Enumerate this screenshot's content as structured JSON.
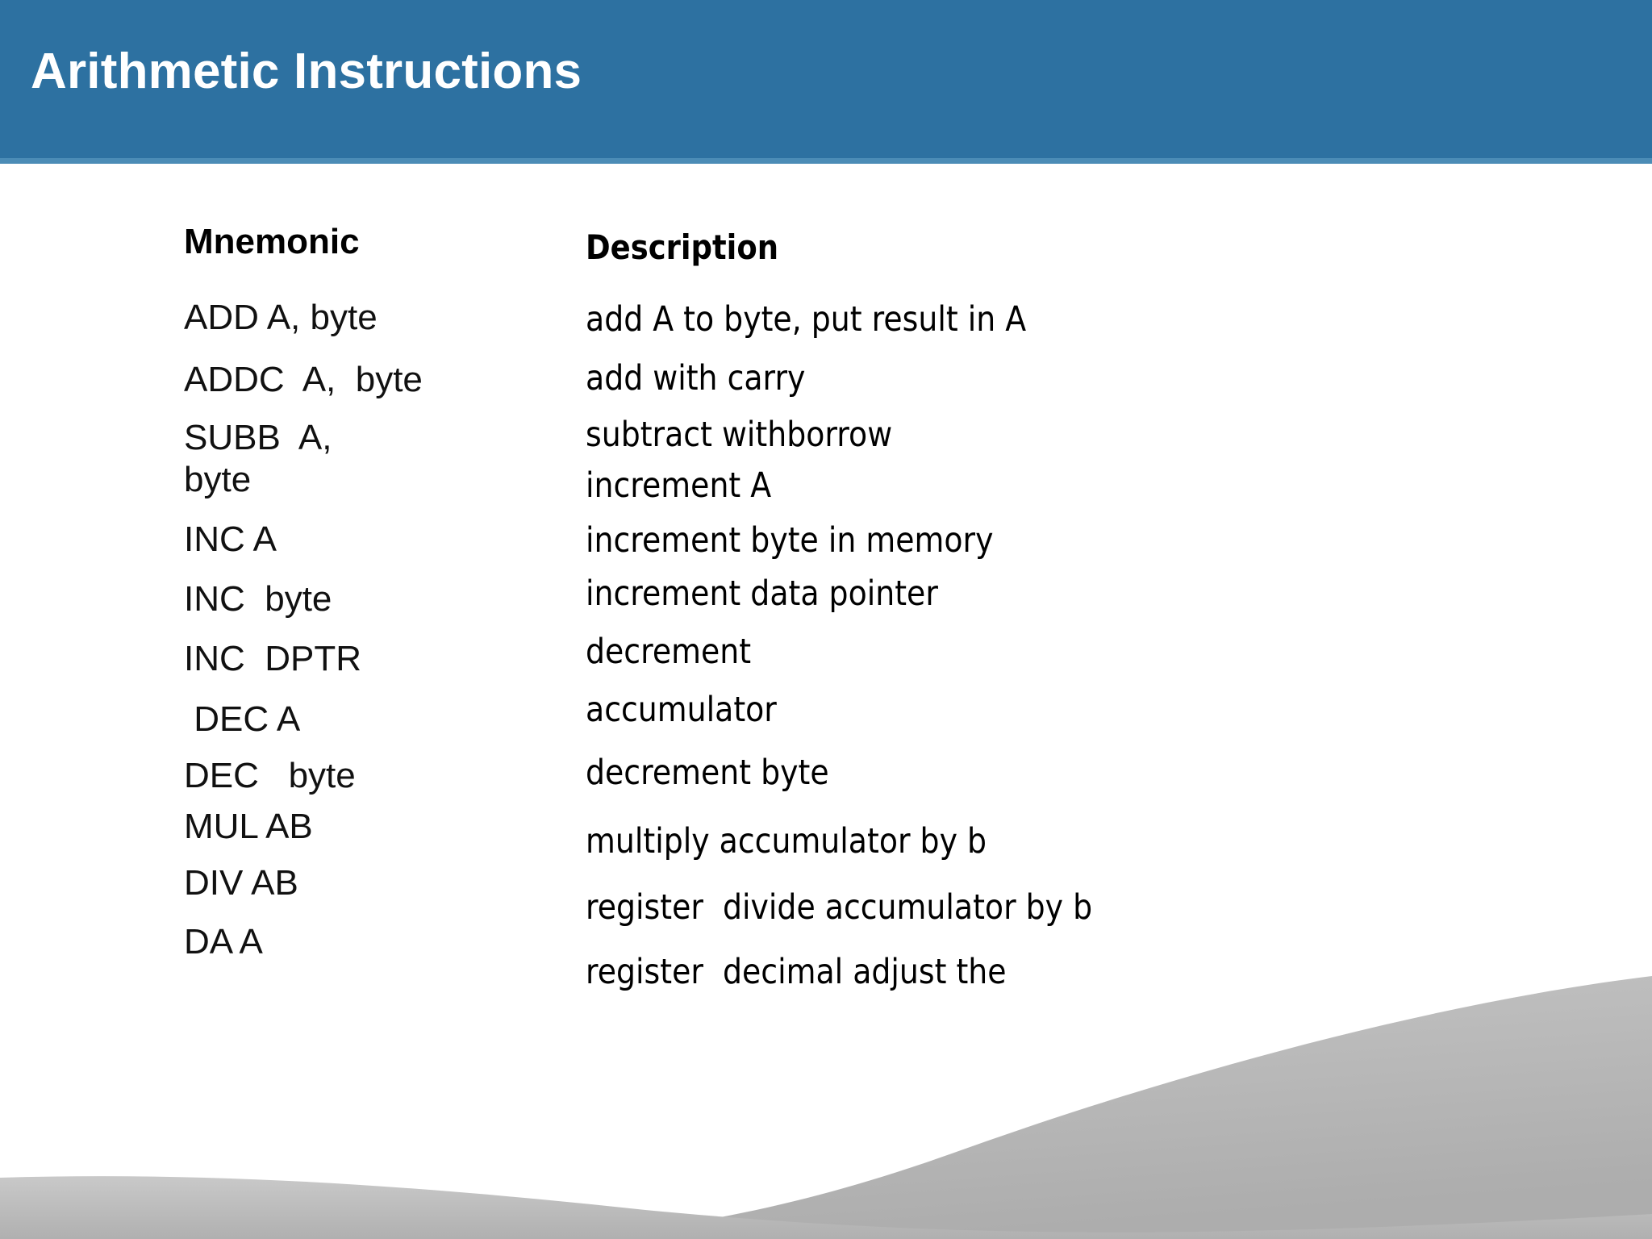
{
  "slide": {
    "title": "Arithmetic Instructions",
    "banner_color": "#2d71a1",
    "banner_edge_color": "#4b8cb6",
    "background_color": "#ffffff",
    "decor_gray": "#b5b5b5",
    "decor_gray_light": "#c9c9c9"
  },
  "table": {
    "headers": {
      "mnemonic": "Mnemonic",
      "description": "Description"
    },
    "mnemonics": [
      "ADD A, byte",
      "ADDC  A,  byte",
      "SUBB  A,\nbyte",
      "INC A",
      "INC  byte",
      "INC  DPTR",
      " DEC A",
      "DEC   byte",
      "MUL AB",
      "DIV AB",
      "DA A"
    ],
    "descriptions": [
      "add A to byte, put result in A",
      "add with carry",
      "subtract withborrow",
      "increment A",
      "increment byte in memory",
      "increment data pointer",
      "decrement",
      "accumulator",
      "decrement byte",
      "multiply accumulator by b",
      "register  divide accumulator by b",
      "register  decimal adjust the"
    ]
  }
}
